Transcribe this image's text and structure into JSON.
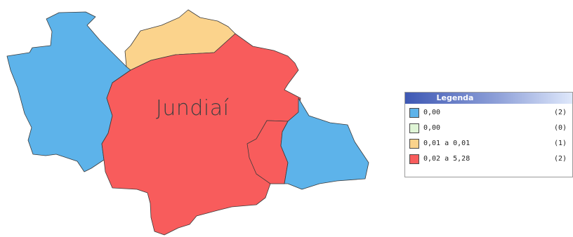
{
  "map": {
    "label": "Jundiaí",
    "regions": [
      {
        "name": "northwest",
        "color": "#5db3ea"
      },
      {
        "name": "north",
        "color": "#fbd38c"
      },
      {
        "name": "center",
        "color": "#f85c5c"
      },
      {
        "name": "east",
        "color": "#5db3ea"
      },
      {
        "name": "inner-east",
        "color": "#f85c5c"
      }
    ]
  },
  "legend": {
    "title": "Legenda",
    "items": [
      {
        "range": "0,00",
        "count": "(2)",
        "color": "#5db3ea"
      },
      {
        "range": "0,00",
        "count": "(0)",
        "color": "#dff5d6"
      },
      {
        "range": "0,01 a 0,01",
        "count": "(1)",
        "color": "#fbd38c"
      },
      {
        "range": "0,02 a 5,28",
        "count": "(2)",
        "color": "#f85c5c"
      }
    ]
  }
}
